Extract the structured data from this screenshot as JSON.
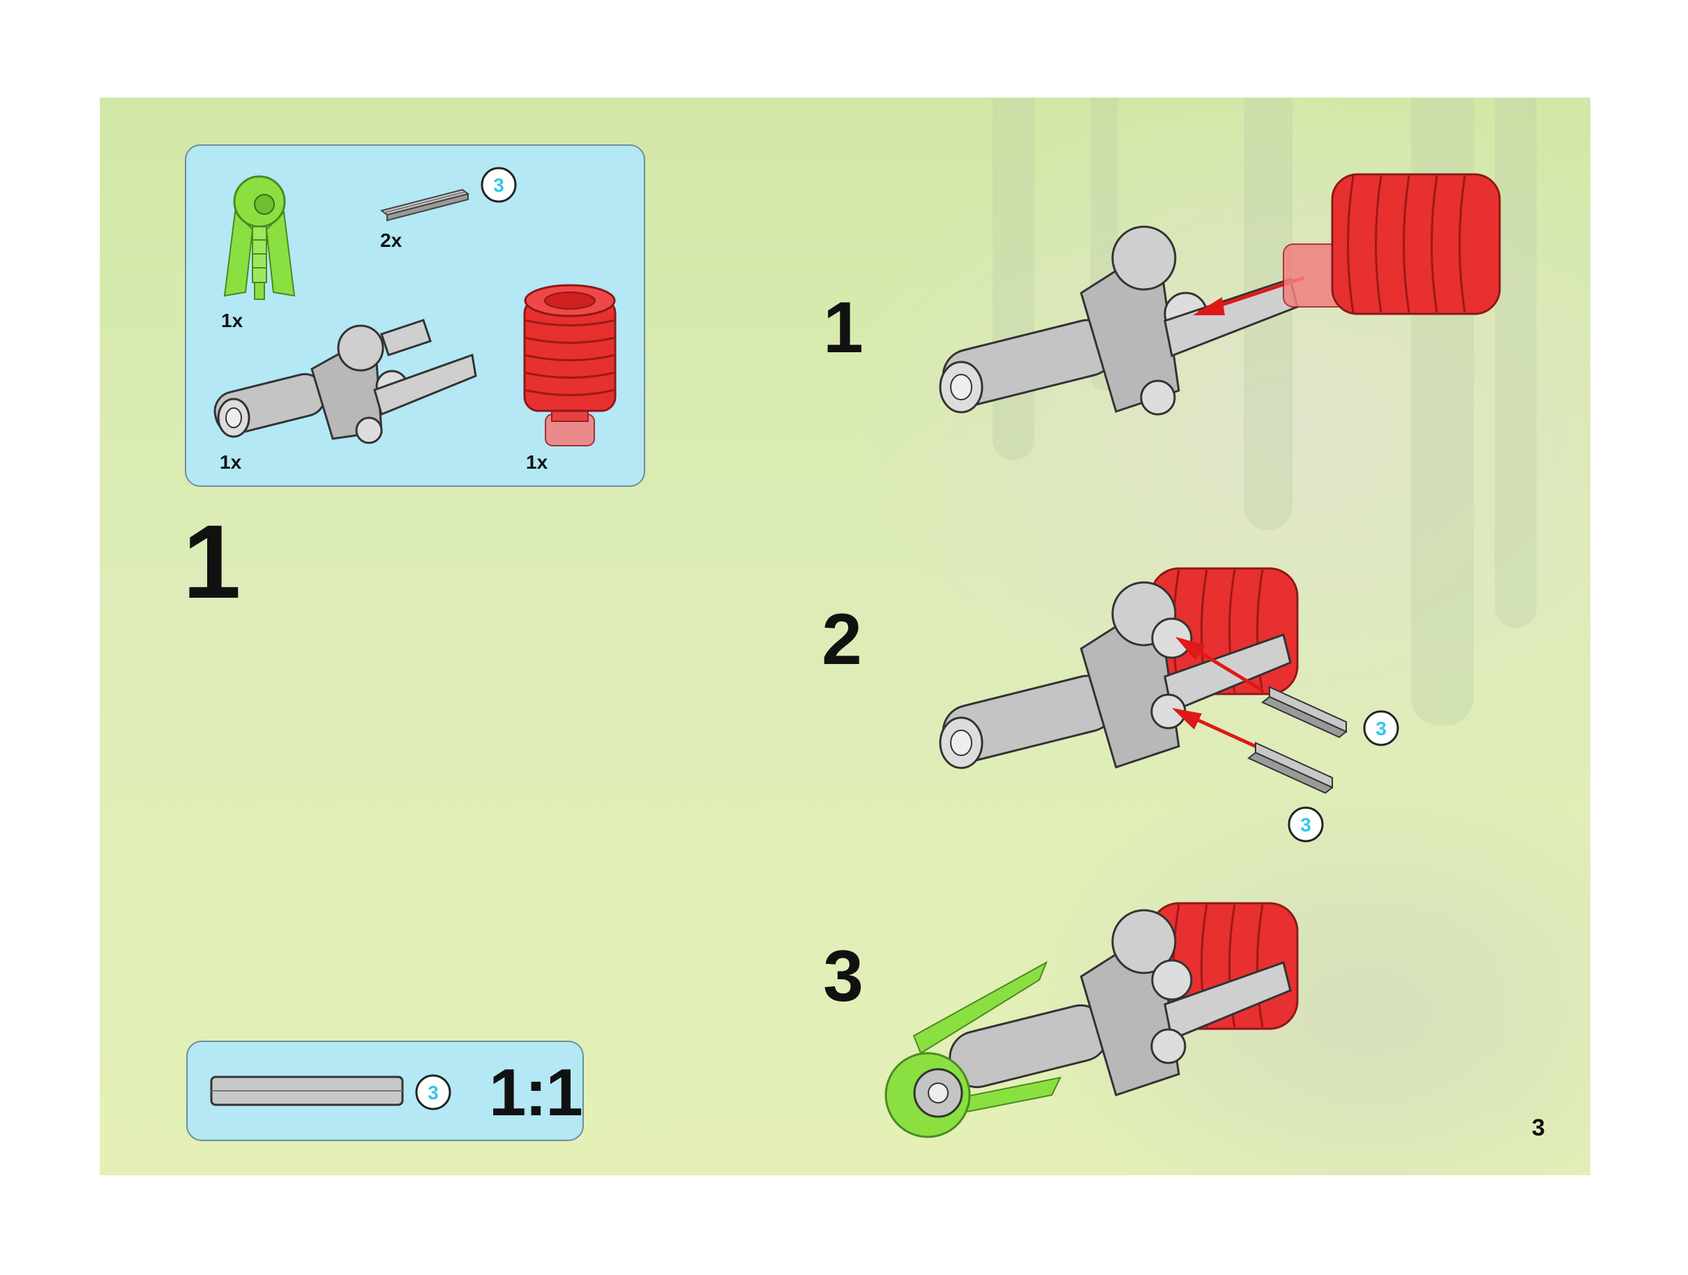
{
  "parts_list": {
    "items": [
      {
        "name": "green-head-piece",
        "qty": "1x"
      },
      {
        "name": "axle-length-3",
        "qty": "2x",
        "badge": "3"
      },
      {
        "name": "gray-launcher-assembly",
        "qty": "1x"
      },
      {
        "name": "red-bellows-piece",
        "qty": "1x"
      }
    ]
  },
  "main_step": "1",
  "scale_reference": {
    "badge": "3",
    "ratio": "1:1"
  },
  "substeps": [
    {
      "number": "1"
    },
    {
      "number": "2",
      "badges": [
        "3",
        "3"
      ]
    },
    {
      "number": "3"
    }
  ],
  "page_number": "3",
  "colors": {
    "background": "#d8ebae",
    "panel": "#b3e8f4",
    "badge_text": "#2ec8e8",
    "arrow": "#e01818",
    "red_part": "#e83030",
    "green_part": "#8ae040",
    "gray_part": "#bdbdbd"
  }
}
